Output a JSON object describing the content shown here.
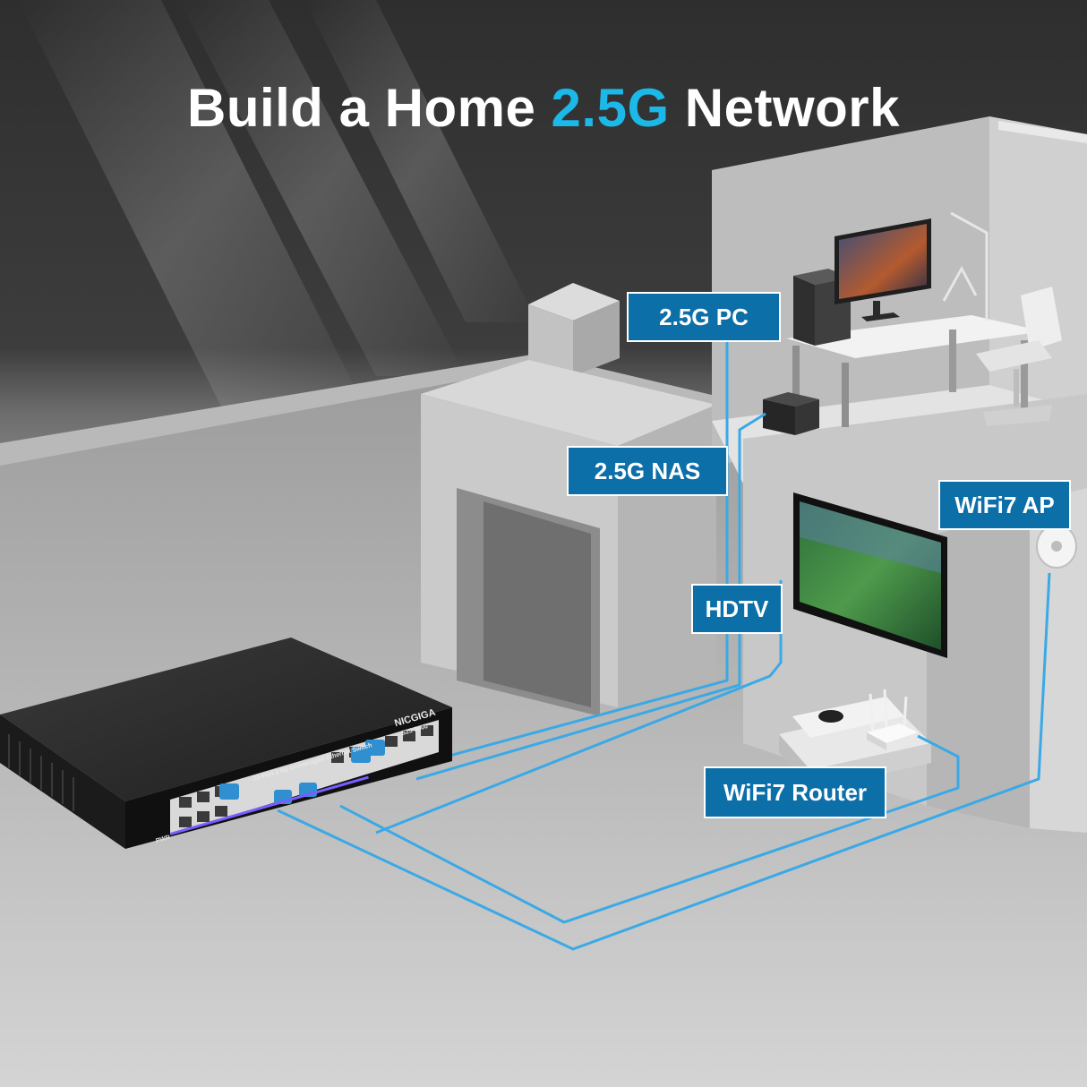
{
  "header": {
    "title_pre": "Build a Home ",
    "title_accent": "2.5G",
    "title_post": " Network"
  },
  "labels": {
    "pc": "2.5G PC",
    "nas": "2.5G NAS",
    "hdtv": "HDTV",
    "ap": "WiFi7 AP",
    "router": "WiFi7 Router"
  },
  "switch": {
    "brand": "NICGIGA",
    "model": "S25-2400",
    "front_text": "24-Port 2.5G Unmanaged Ethernet Switch",
    "power_label": "PWR"
  },
  "colors": {
    "accent": "#1bb8e8",
    "tag_bg": "#0d6fa8",
    "cable": "#3aa9e6"
  }
}
